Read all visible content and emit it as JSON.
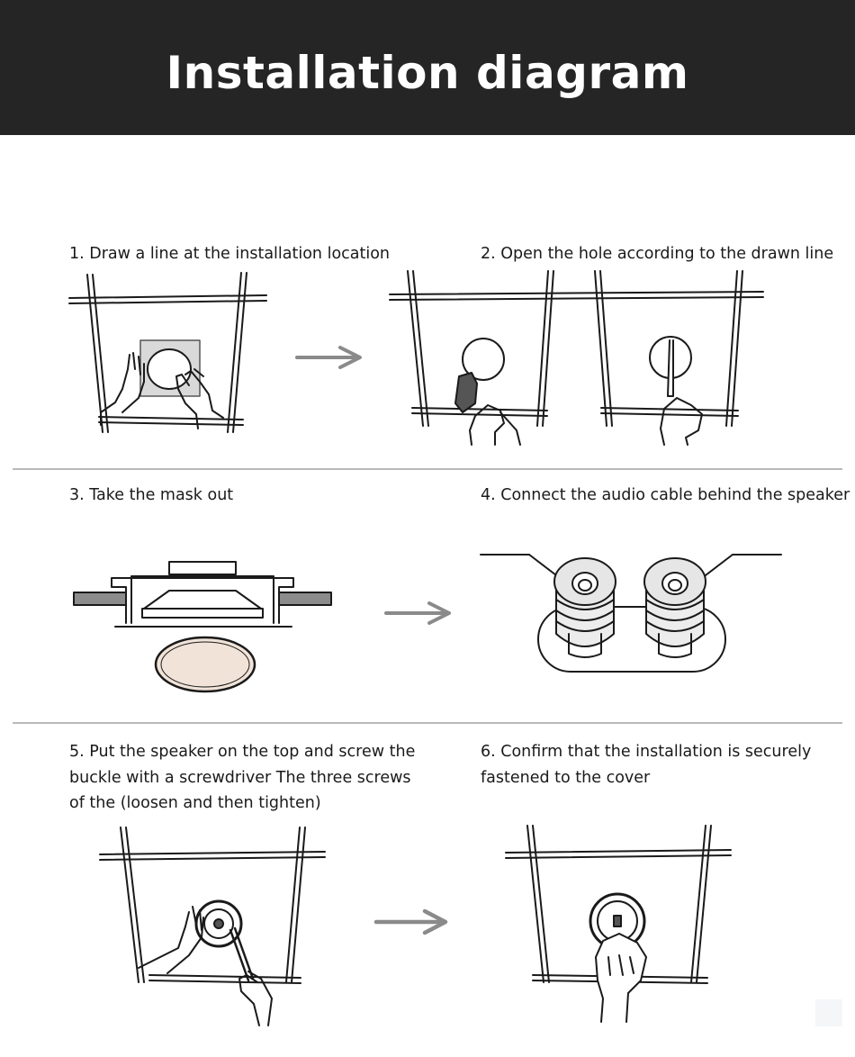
{
  "header": {
    "title": "Installation diagram"
  },
  "steps": [
    {
      "number": 1,
      "text": "1. Draw a line at the installation location"
    },
    {
      "number": 2,
      "text": "2. Open the hole according to the drawn line"
    },
    {
      "number": 3,
      "text": "3. Take the mask out"
    },
    {
      "number": 4,
      "text": "4. Connect the audio cable behind the speaker"
    },
    {
      "number": 5,
      "lines": [
        "5. Put the speaker on the top and screw the",
        "buckle with a screwdriver The three screws",
        "of the (loosen and then tighten)"
      ]
    },
    {
      "number": 6,
      "lines": [
        "6. Confirm that the installation is securely",
        "fastened to the cover"
      ]
    }
  ],
  "colors": {
    "banner": "#252525",
    "title": "#ffffff",
    "separator": "#b9b9b9",
    "arrow": "#8a8a8a",
    "line": "#1a1a1a"
  }
}
